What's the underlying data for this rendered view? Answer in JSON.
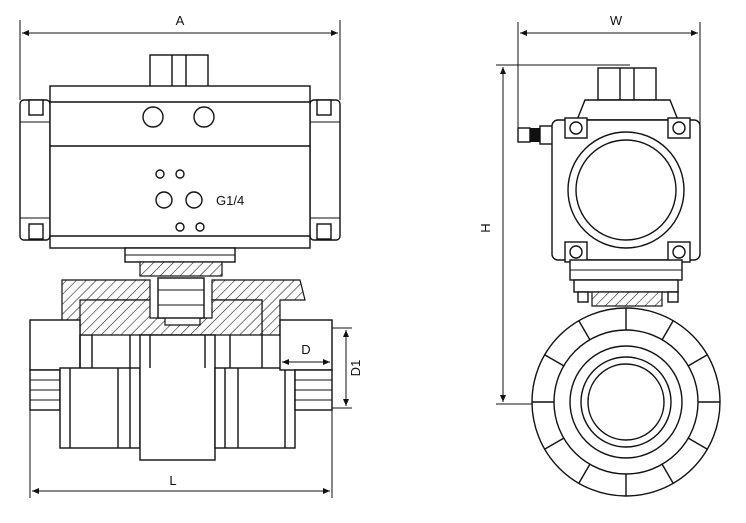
{
  "labels": {
    "A": "A",
    "W": "W",
    "H": "H",
    "L": "L",
    "D": "D",
    "D1": "D1",
    "port": "G1/4"
  },
  "colors": {
    "line": "#111111",
    "background": "#ffffff"
  }
}
